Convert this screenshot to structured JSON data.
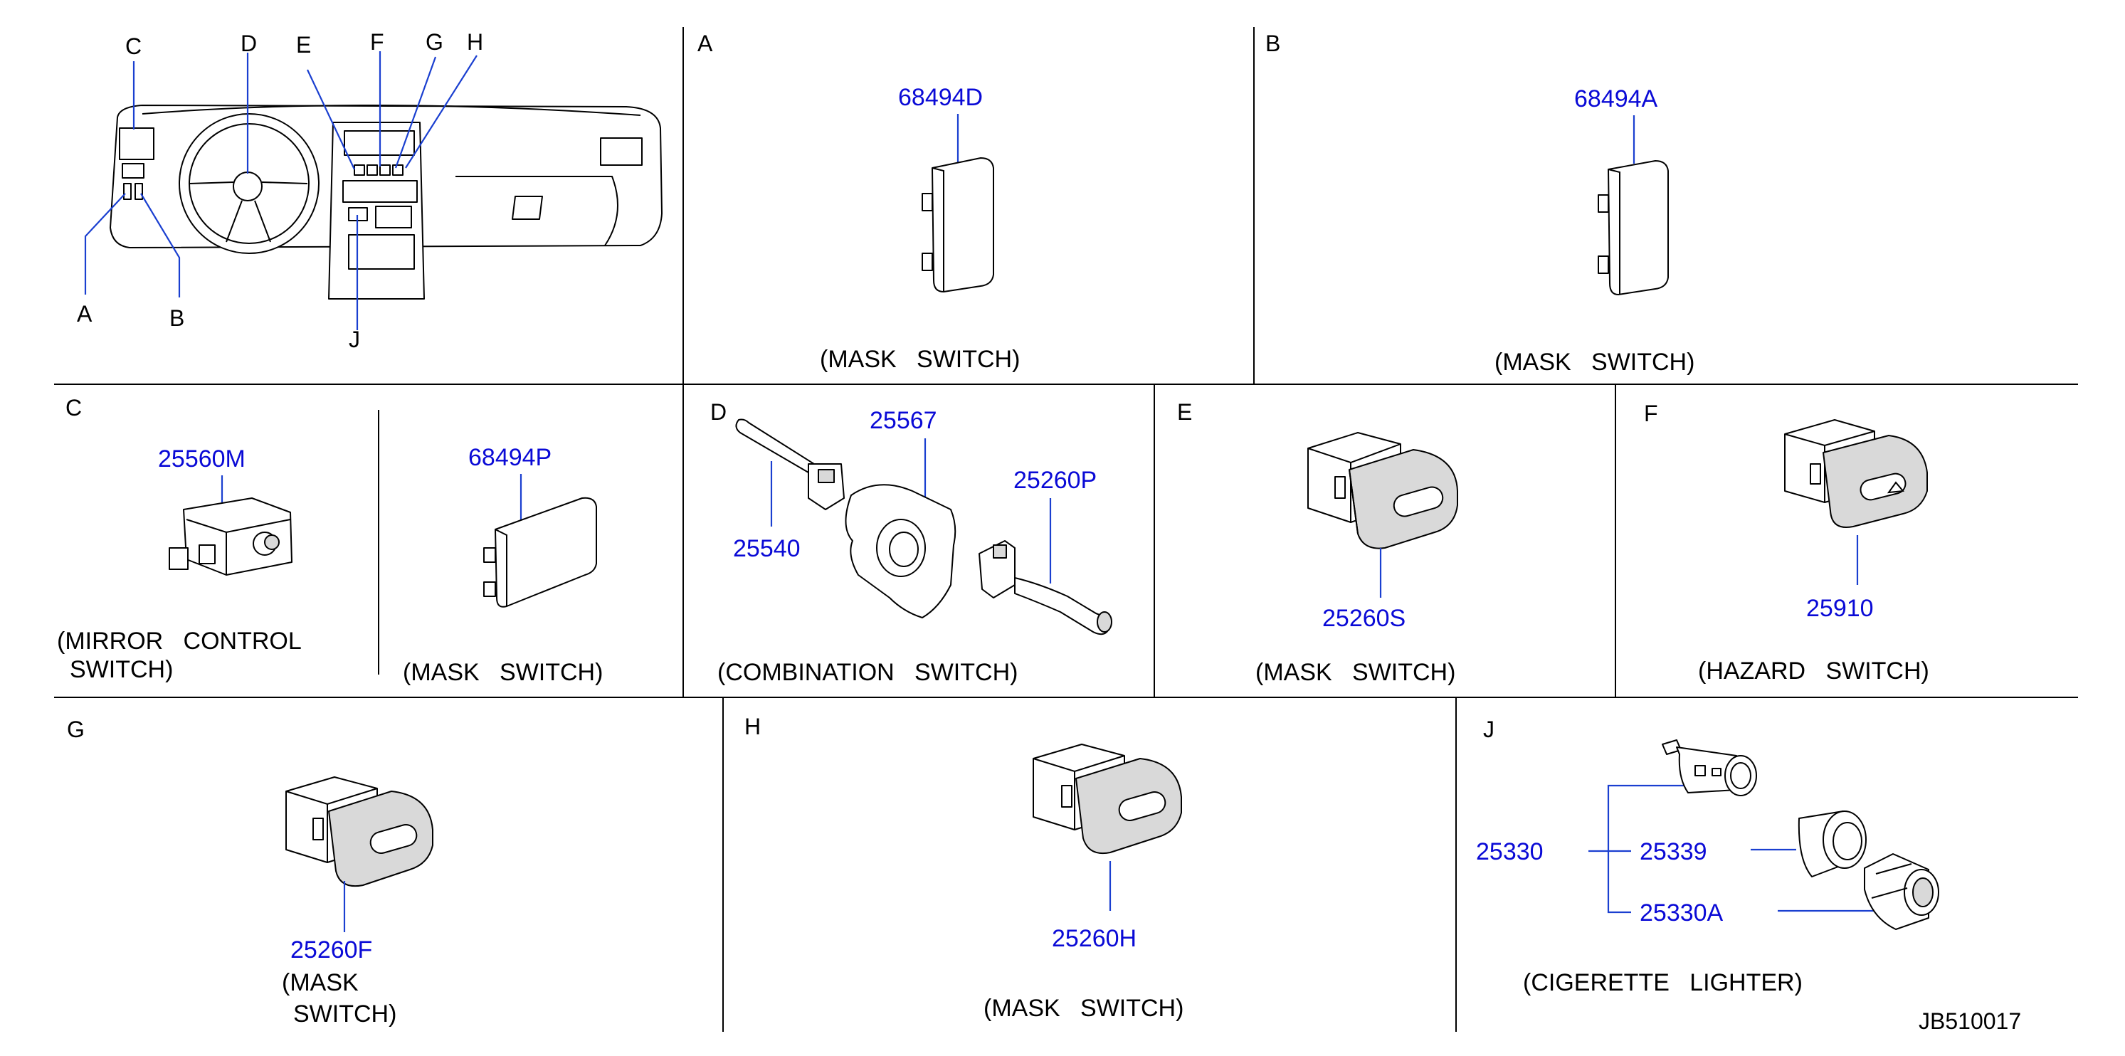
{
  "diagram_id": "JB510017",
  "overview": {
    "callouts": [
      "A",
      "B",
      "C",
      "D",
      "E",
      "F",
      "G",
      "H",
      "J"
    ]
  },
  "sections": {
    "A": {
      "letter": "A",
      "caption": "(MASK   SWITCH)",
      "parts": [
        "68494D"
      ]
    },
    "B": {
      "letter": "B",
      "caption": "(MASK   SWITCH)",
      "parts": [
        "68494A"
      ]
    },
    "C": {
      "letter": "C",
      "left": {
        "caption_line1": "(MIRROR   CONTROL",
        "caption_line2": "SWITCH)",
        "part": "25560M"
      },
      "right": {
        "caption": "(MASK   SWITCH)",
        "part": "68494P"
      }
    },
    "D": {
      "letter": "D",
      "caption": "(COMBINATION   SWITCH)",
      "parts": [
        "25567",
        "25260P",
        "25540"
      ]
    },
    "E": {
      "letter": "E",
      "caption": "(MASK   SWITCH)",
      "parts": [
        "25260S"
      ]
    },
    "F": {
      "letter": "F",
      "caption": "(HAZARD   SWITCH)",
      "parts": [
        "25910"
      ]
    },
    "G": {
      "letter": "G",
      "caption_line1": "(MASK",
      "caption_line2": "SWITCH)",
      "parts": [
        "25260F"
      ]
    },
    "H": {
      "letter": "H",
      "caption": "(MASK   SWITCH)",
      "parts": [
        "25260H"
      ]
    },
    "J": {
      "letter": "J",
      "caption": "(CIGERETTE   LIGHTER)",
      "parts": [
        "25330",
        "25339",
        "25330A"
      ]
    }
  },
  "colors": {
    "part_number": "#0a0ad6",
    "leader": "#1a3fd0",
    "line": "#000000"
  }
}
